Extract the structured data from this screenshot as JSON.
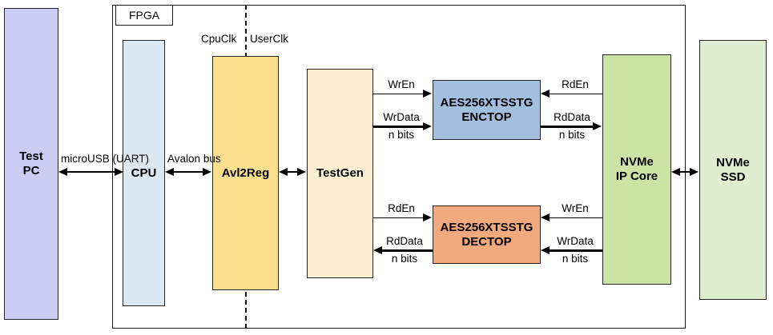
{
  "diagram": {
    "title": "FPGA AES256XTS NVMe block diagram",
    "frame_label": "FPGA",
    "clocks": {
      "left": "CpuClk",
      "right": "UserClk"
    },
    "blocks": {
      "test_pc": {
        "line1": "Test",
        "line2": "PC",
        "color": "#ccccf5"
      },
      "cpu": {
        "line1": "CPU",
        "line2": "",
        "color": "#dce9f5"
      },
      "avl2reg": {
        "line1": "Avl2Reg",
        "line2": "",
        "color": "#fadf8e"
      },
      "testgen": {
        "line1": "TestGen",
        "line2": "",
        "color": "#fdf0d2"
      },
      "enctop": {
        "line1": "AES256XTSSTG",
        "line2": "ENCTOP",
        "color": "#a3bfe0"
      },
      "dectop": {
        "line1": "AES256XTSSTG",
        "line2": "DECTOP",
        "color": "#f2a97e"
      },
      "nvme_ip": {
        "line1": "NVMe",
        "line2": "IP Core",
        "color": "#cbe4a6"
      },
      "nvme_ssd": {
        "line1": "NVMe",
        "line2": "SSD",
        "color": "#dfeed1"
      }
    },
    "connections": {
      "pc_cpu": {
        "line1": "microUSB",
        "line2": "(UART)"
      },
      "cpu_avl": {
        "line1": "Avalon",
        "line2": "bus"
      },
      "enc_wren": {
        "line1": "WrEn",
        "line2": ""
      },
      "enc_wrdata": {
        "line1": "WrData",
        "line2": "n bits"
      },
      "enc_rden": {
        "line1": "RdEn",
        "line2": ""
      },
      "enc_rddata": {
        "line1": "RdData",
        "line2": "n bits"
      },
      "dec_rden": {
        "line1": "RdEn",
        "line2": ""
      },
      "dec_rddata": {
        "line1": "RdData",
        "line2": "n bits"
      },
      "dec_wren": {
        "line1": "WrEn",
        "line2": ""
      },
      "dec_wrdata": {
        "line1": "WrData",
        "line2": "n bits"
      }
    }
  }
}
